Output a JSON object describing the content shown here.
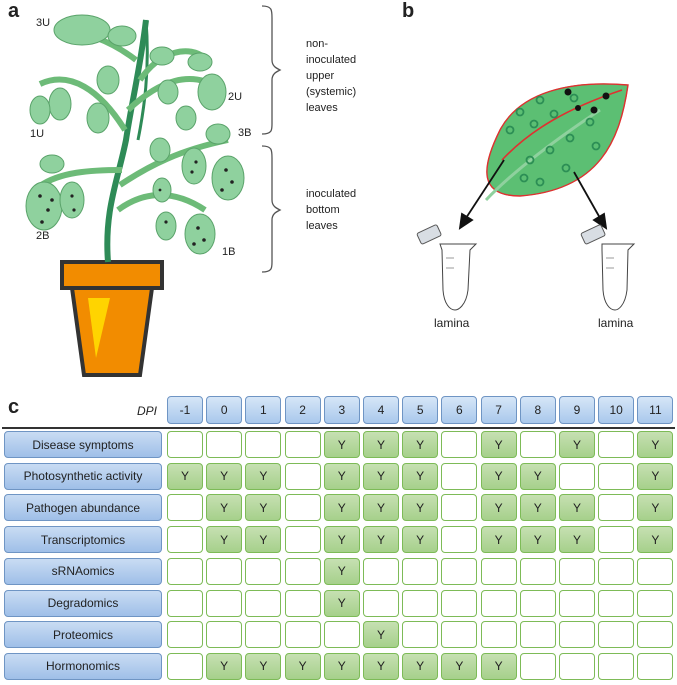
{
  "panel_a": {
    "letter": "a",
    "leaf_labels": [
      "3U",
      "2U",
      "1U",
      "3B",
      "2B",
      "1B"
    ],
    "upper_text": [
      "non-",
      "inoculated",
      "upper",
      "(systemic)",
      "leaves"
    ],
    "bottom_text": [
      "inoculated",
      "bottom",
      "leaves"
    ]
  },
  "panel_b": {
    "letter": "b",
    "tube_left_label": "lamina",
    "tube_right_label": "lamina"
  },
  "panel_c": {
    "letter": "c",
    "dpi_label": "DPI",
    "dpi": [
      "-1",
      "0",
      "1",
      "2",
      "3",
      "4",
      "5",
      "6",
      "7",
      "8",
      "9",
      "10",
      "11"
    ],
    "mark": "Y",
    "rows": [
      {
        "label": "Disease symptoms",
        "cells": [
          "",
          "",
          "",
          "",
          "Y",
          "Y",
          "Y",
          "",
          "Y",
          "",
          "Y",
          "",
          "Y"
        ]
      },
      {
        "label": "Photosynthetic activity",
        "cells": [
          "Y",
          "Y",
          "Y",
          "",
          "Y",
          "Y",
          "Y",
          "",
          "Y",
          "Y",
          "",
          "",
          "Y"
        ]
      },
      {
        "label": "Pathogen abundance",
        "cells": [
          "",
          "Y",
          "Y",
          "",
          "Y",
          "Y",
          "Y",
          "",
          "Y",
          "Y",
          "Y",
          "",
          "Y"
        ]
      },
      {
        "label": "Transcriptomics",
        "cells": [
          "",
          "Y",
          "Y",
          "",
          "Y",
          "Y",
          "Y",
          "",
          "Y",
          "Y",
          "Y",
          "",
          "Y"
        ]
      },
      {
        "label": "sRNAomics",
        "cells": [
          "",
          "",
          "",
          "",
          "Y",
          "",
          "",
          "",
          "",
          "",
          "",
          "",
          ""
        ]
      },
      {
        "label": "Degradomics",
        "cells": [
          "",
          "",
          "",
          "",
          "Y",
          "",
          "",
          "",
          "",
          "",
          "",
          "",
          ""
        ]
      },
      {
        "label": "Proteomics",
        "cells": [
          "",
          "",
          "",
          "",
          "",
          "Y",
          "",
          "",
          "",
          "",
          "",
          "",
          ""
        ]
      },
      {
        "label": "Hormonomics",
        "cells": [
          "",
          "Y",
          "Y",
          "Y",
          "Y",
          "Y",
          "Y",
          "Y",
          "Y",
          "",
          "",
          "",
          ""
        ]
      }
    ],
    "colors": {
      "header_fill": "#a9c8ec",
      "header_border": "#6f95c4",
      "cell_border": "#7dbb57",
      "cell_on": "#a6d08b"
    }
  }
}
